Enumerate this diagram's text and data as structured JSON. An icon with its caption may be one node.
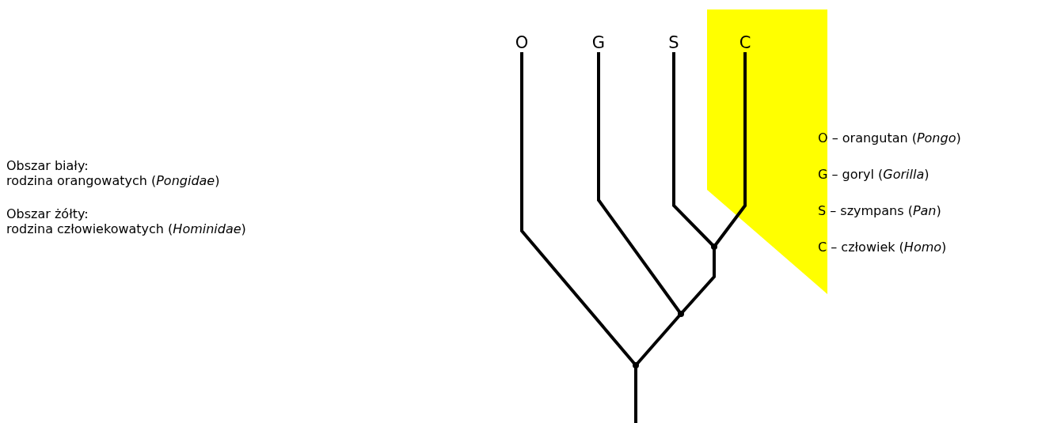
{
  "diagram": {
    "nodes": [
      {
        "text": [
          "O"
        ]
      },
      {
        "text": [
          "G"
        ]
      },
      {
        "text": [
          "S"
        ]
      },
      {
        "text": [
          "C"
        ]
      },
      {
        "text": [],
        "shape": "point"
      },
      {
        "text": [],
        "shape": "point"
      },
      {
        "text": [],
        "shape": "point"
      }
    ],
    "edges": [
      {
        "from": 0,
        "to": 6,
        "arrow": "none"
      },
      {
        "from": 1,
        "to": 5,
        "arrow": "none"
      },
      {
        "from": 2,
        "to": 4,
        "arrow": "none"
      },
      {
        "from": 3,
        "to": 4,
        "arrow": "none"
      },
      {
        "from": 4,
        "to": 5,
        "arrow": "none"
      },
      {
        "from": 5,
        "to": 6,
        "arrow": "none"
      },
      {
        "from": 6,
        "to": null,
        "arrow": "none"
      }
    ],
    "labels": [
      "Obszar biały:",
      "rodzina orangowatych (*Pongidae*)",
      "Obszar żółty:",
      "rodzina człowiekowatych (*Hominidae*)",
      "O – orangutan (*Pongo*)",
      "G – goryl (*Gorilla*)",
      "S – szympans (*Pan*)",
      "C – człowiek (*Homo*)"
    ]
  }
}
